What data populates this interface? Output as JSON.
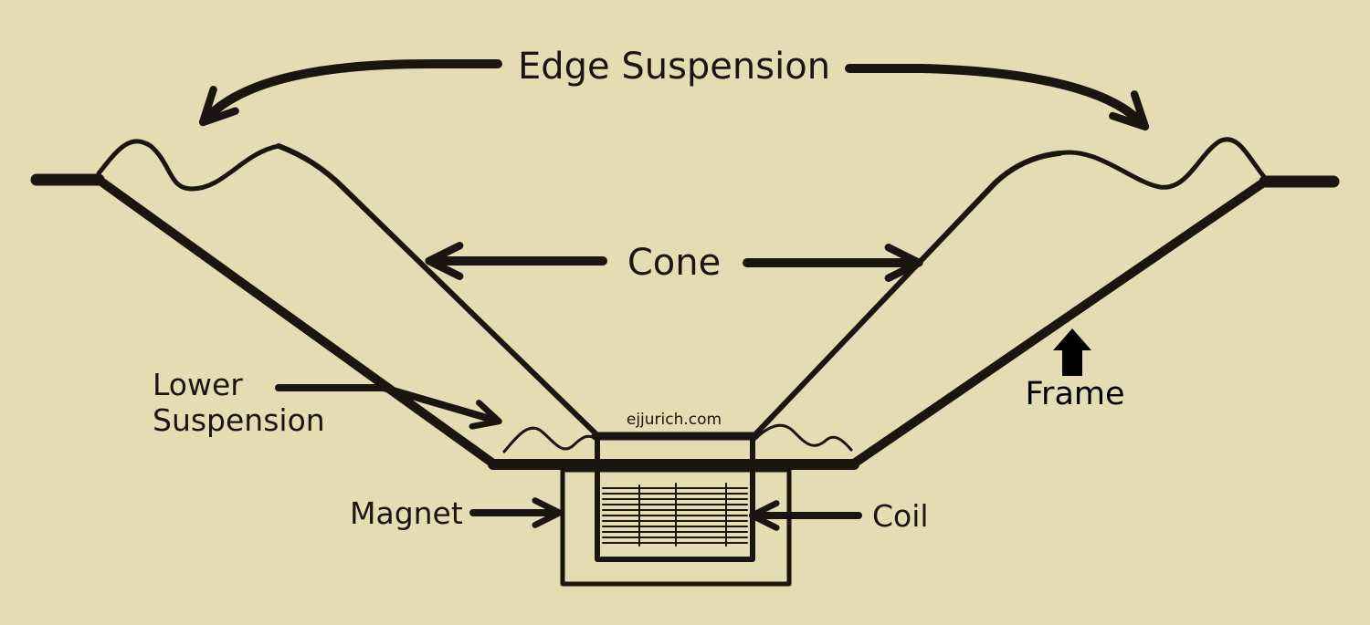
{
  "labels": {
    "edge_suspension": "Edge Suspension",
    "cone": "Cone",
    "lower_line1": "Lower",
    "lower_line2": "Suspension",
    "frame": "Frame",
    "magnet": "Magnet",
    "coil": "Coil",
    "watermark": "ejjurich.com"
  },
  "colors": {
    "background": "#e6dcb3",
    "ink": "#1c1410"
  }
}
